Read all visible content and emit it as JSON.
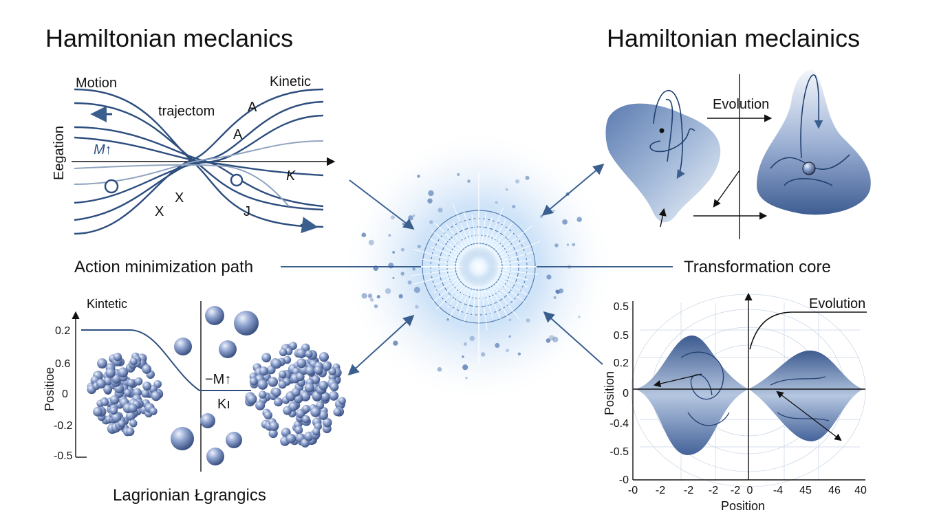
{
  "titles": {
    "left": "Hamiltonian meclanics",
    "right": "Hamiltonian meclainics"
  },
  "top_left": {
    "motion": "Motion",
    "kinetic": "Kinetic",
    "trajectom": "trajectom",
    "a_upper": "A",
    "a_lower": "A",
    "eegation": "Eegation",
    "m_label": "M↑",
    "k_label": "K",
    "x_left": "X",
    "x_right": "X",
    "j_label": "J"
  },
  "captions": {
    "action": "Action minimization path",
    "transformation": "Transformation core",
    "lagrangian": "Lagrionian Łgrangics"
  },
  "top_right": {
    "evolution": "Evolution"
  },
  "bottom_left": {
    "kintetic": "Kintetic",
    "ylabel": "Positioe",
    "ticks": [
      "0.2",
      "0.6",
      "0",
      "-0.2",
      "-0.5"
    ],
    "m_label": "−M↑",
    "k_label": "Kı"
  },
  "bottom_right": {
    "evolution": "Evolution",
    "ylabel": "Position",
    "xlabel": "Position",
    "yticks": [
      "0.5",
      "0.5",
      "0.2",
      "0",
      "-0.4",
      "-0.5",
      "-0"
    ],
    "xticks": [
      "-0",
      "-2",
      "-2",
      "-2",
      "-2",
      "0",
      "-4",
      "45",
      "46",
      "40"
    ]
  },
  "colors": {
    "line": "#2d4e7e",
    "light_line": "#8fa3bf",
    "arrow": "#3a5f8f",
    "sphere": "#6f86b4",
    "glow": "#9ec4f0"
  },
  "icons": [
    "burst-icon",
    "sphere-icon",
    "arrow-icon"
  ]
}
